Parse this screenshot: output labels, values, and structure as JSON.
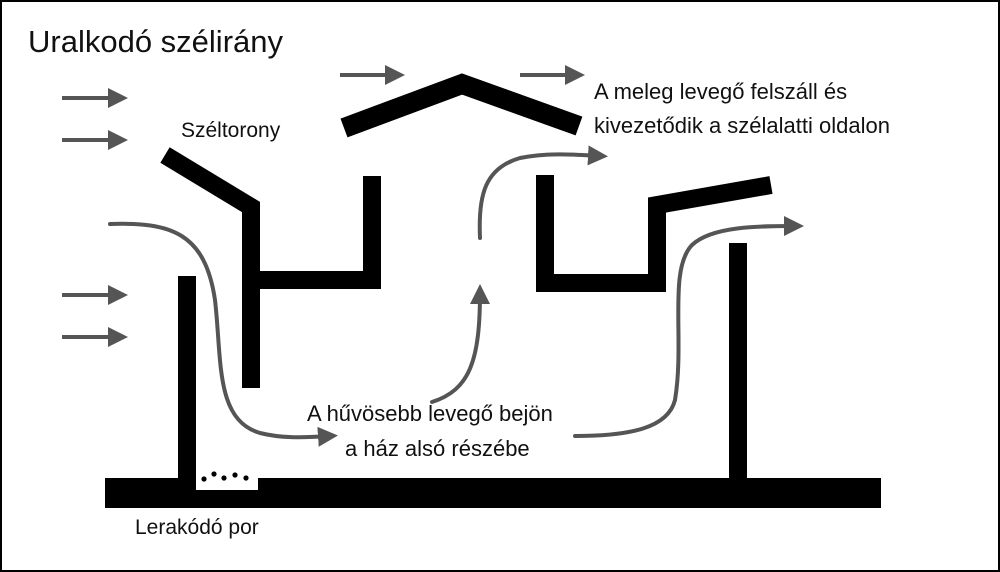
{
  "labels": {
    "title": "Uralkodó szélirány",
    "tower": "Széltorony",
    "warm_line1": "A meleg levegő felszáll és",
    "warm_line2": "kivezetődik a szélalatti oldalon",
    "cool_line1": "A hűvösebb levegő bejön",
    "cool_line2": "a ház alsó részébe",
    "dust": "Lerakódó por"
  },
  "colors": {
    "structure": "#000000",
    "arrow": "#555555",
    "text": "#111111"
  },
  "icons": {
    "wind_arrow": "right-arrow-icon",
    "airflow_arrow": "curved-arrow-icon",
    "dust": "dust-dots-icon"
  }
}
